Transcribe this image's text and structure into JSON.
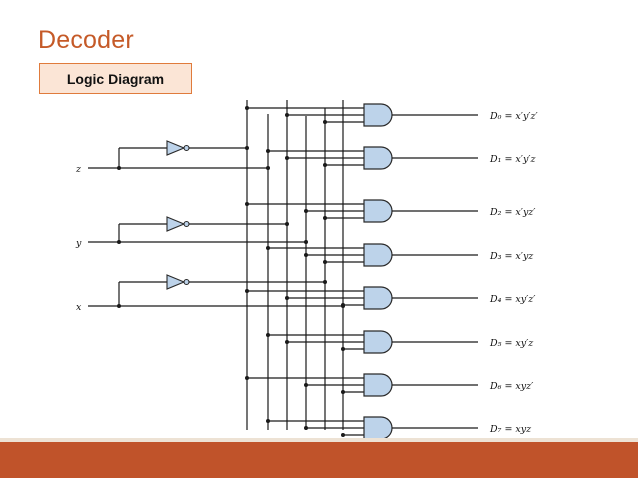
{
  "slide": {
    "title": "Decoder",
    "label": "Logic Diagram"
  },
  "diagram": {
    "inputs": [
      "z",
      "y",
      "x"
    ],
    "outputs": [
      "D₀ = x′y′z′",
      "D₁ = x′y′z",
      "D₂ = x′yz′",
      "D₃ = x′yz",
      "D₄ = xy′z′",
      "D₅ = xy′z",
      "D₆ = xyz′",
      "D₇ = xyz"
    ]
  },
  "colors": {
    "title": "#c55a28",
    "label_bg": "#fbe5d6",
    "label_border": "#e07b3c",
    "gate_fill": "#bdd3ea",
    "band": "#c0532a"
  }
}
